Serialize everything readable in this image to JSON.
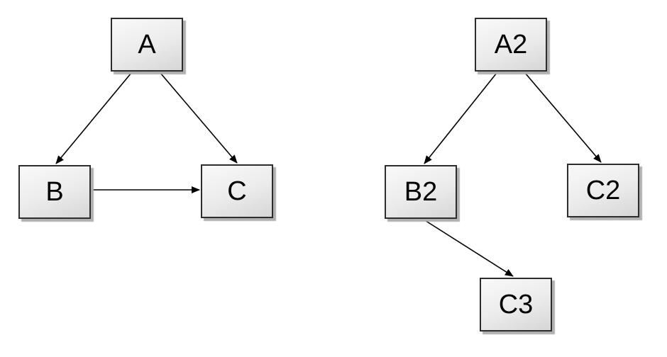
{
  "graphs": [
    {
      "name": "left-graph",
      "nodes": [
        {
          "id": "A",
          "label": "A"
        },
        {
          "id": "B",
          "label": "B"
        },
        {
          "id": "C",
          "label": "C"
        }
      ],
      "edges": [
        {
          "from": "A",
          "to": "B"
        },
        {
          "from": "A",
          "to": "C"
        },
        {
          "from": "B",
          "to": "C"
        }
      ]
    },
    {
      "name": "right-graph",
      "nodes": [
        {
          "id": "A2",
          "label": "A2"
        },
        {
          "id": "B2",
          "label": "B2"
        },
        {
          "id": "C2",
          "label": "C2"
        },
        {
          "id": "C3",
          "label": "C3"
        }
      ],
      "edges": [
        {
          "from": "A2",
          "to": "B2"
        },
        {
          "from": "A2",
          "to": "C2"
        },
        {
          "from": "B2",
          "to": "C3"
        }
      ]
    }
  ],
  "colors": {
    "background": "#ffffff",
    "node_border": "#2d2d2d",
    "node_fill_light": "#f9f9f9",
    "node_fill_dark": "#d6d6d6",
    "node_shadow": "#b0b0b0",
    "edge": "#000000",
    "text": "#000000"
  }
}
